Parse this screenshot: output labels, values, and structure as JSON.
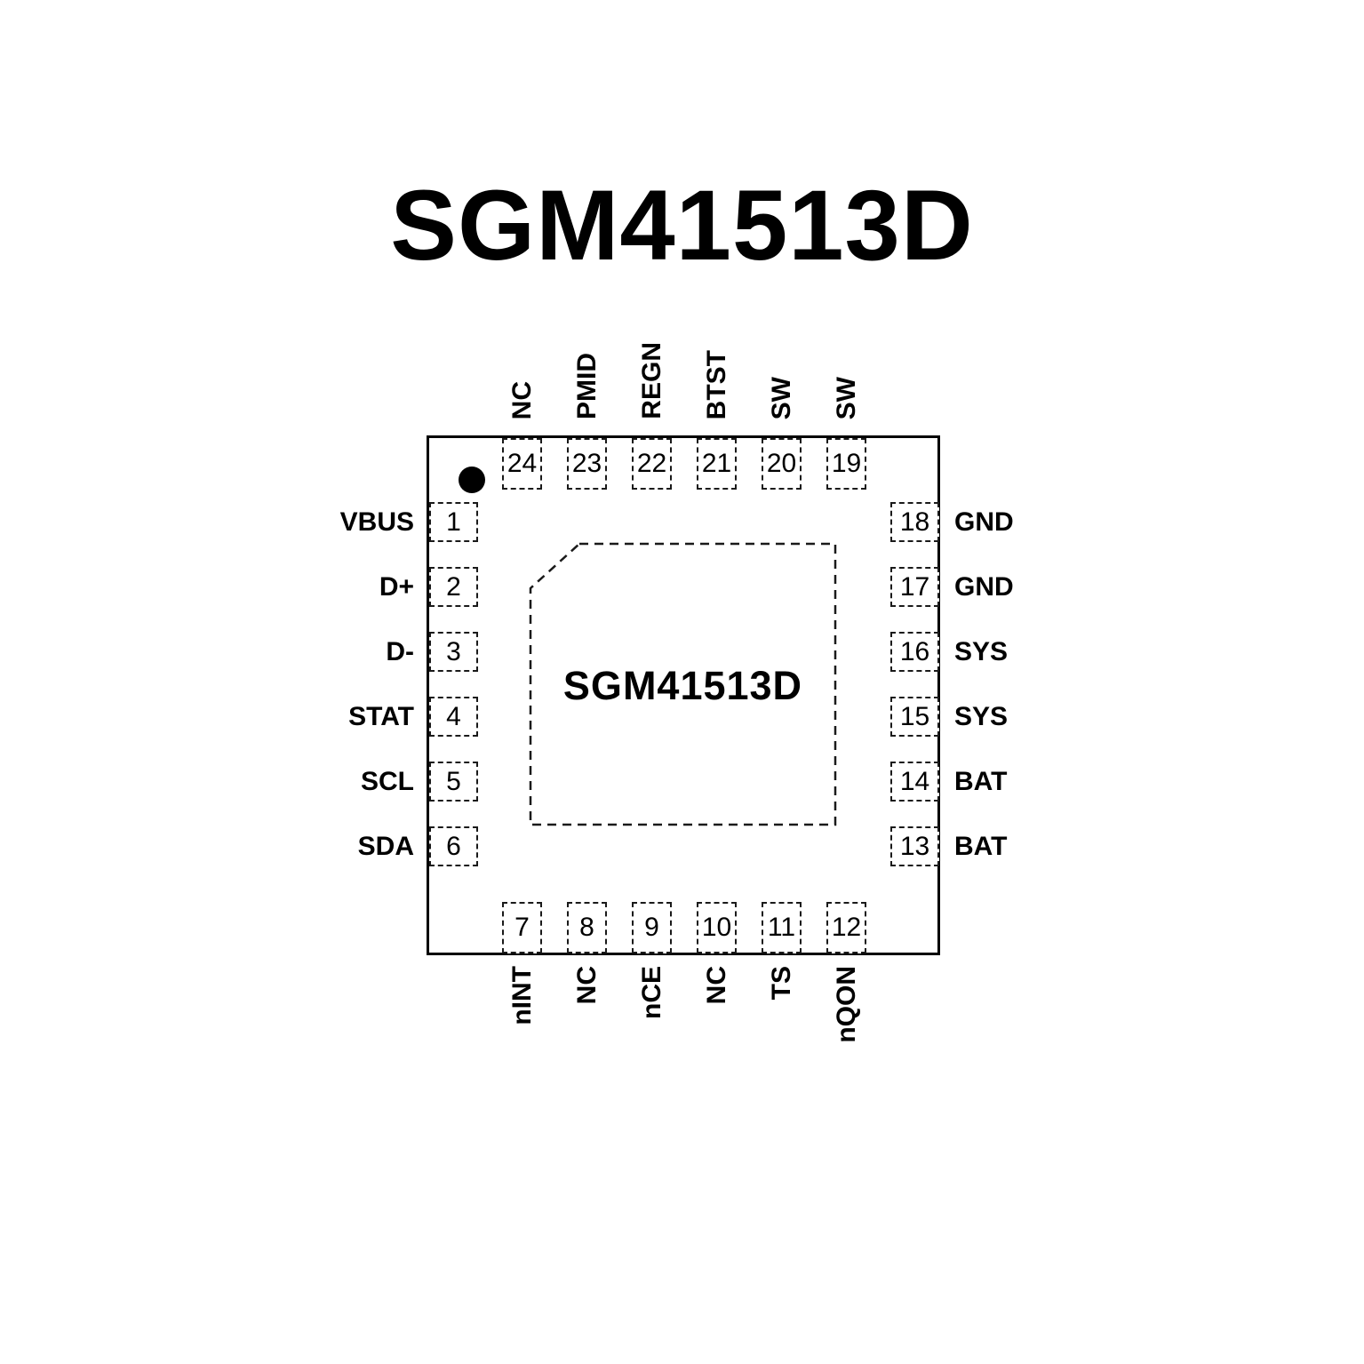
{
  "title": "SGM41513D",
  "chip": {
    "die_label": "SGM41513D",
    "pins": {
      "top": [
        {
          "num": "24",
          "label": "NC"
        },
        {
          "num": "23",
          "label": "PMID"
        },
        {
          "num": "22",
          "label": "REGN"
        },
        {
          "num": "21",
          "label": "BTST"
        },
        {
          "num": "20",
          "label": "SW"
        },
        {
          "num": "19",
          "label": "SW"
        }
      ],
      "left": [
        {
          "num": "1",
          "label": "VBUS"
        },
        {
          "num": "2",
          "label": "D+"
        },
        {
          "num": "3",
          "label": "D-"
        },
        {
          "num": "4",
          "label": "STAT"
        },
        {
          "num": "5",
          "label": "SCL"
        },
        {
          "num": "6",
          "label": "SDA"
        }
      ],
      "right": [
        {
          "num": "18",
          "label": "GND"
        },
        {
          "num": "17",
          "label": "GND"
        },
        {
          "num": "16",
          "label": "SYS"
        },
        {
          "num": "15",
          "label": "SYS"
        },
        {
          "num": "14",
          "label": "BAT"
        },
        {
          "num": "13",
          "label": "BAT"
        }
      ],
      "bottom": [
        {
          "num": "7",
          "label": "nINT"
        },
        {
          "num": "8",
          "label": "NC"
        },
        {
          "num": "9",
          "label": "nCE"
        },
        {
          "num": "10",
          "label": "NC"
        },
        {
          "num": "11",
          "label": "TS"
        },
        {
          "num": "12",
          "label": "nQON"
        }
      ]
    }
  },
  "colors": {
    "ink": "#000000",
    "background": "#ffffff"
  }
}
